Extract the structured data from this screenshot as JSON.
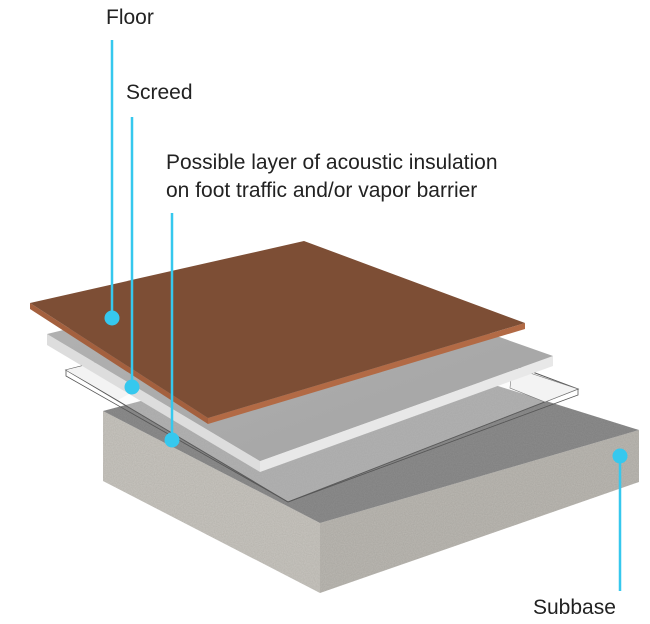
{
  "diagram": {
    "title": "Floor layer build-up (exploded view)",
    "layers": [
      {
        "id": "floor",
        "label": "Floor",
        "color": "#7d4e35",
        "edge_color": "#b26a45"
      },
      {
        "id": "screed",
        "label": "Screed",
        "color": "#a9a9a9",
        "edge_color": "#dcdcdc"
      },
      {
        "id": "acoustic",
        "label": "Possible layer of acoustic insulation on foot traffic and/or vapor barrier",
        "label_lines": [
          "Possible layer of acoustic insulation",
          "on foot traffic and/or vapor barrier"
        ],
        "color": "#f4f4f4",
        "edge_color": "#555555"
      },
      {
        "id": "subbase",
        "label": "Subbase",
        "color": "#8e8e8e",
        "edge_color": "#c9c6c0"
      }
    ],
    "callout_color": "#36c8ee"
  }
}
